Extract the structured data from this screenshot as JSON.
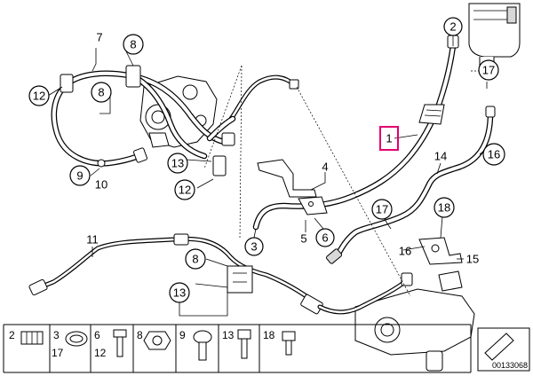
{
  "diagram": {
    "callouts_circled": [
      {
        "id": "c2",
        "label": "2"
      },
      {
        "id": "c8a",
        "label": "8"
      },
      {
        "id": "c12a",
        "label": "12"
      },
      {
        "id": "c8b",
        "label": "8"
      },
      {
        "id": "c17a",
        "label": "17"
      },
      {
        "id": "c1",
        "label": "1"
      },
      {
        "id": "c16",
        "label": "16"
      },
      {
        "id": "c9",
        "label": "9"
      },
      {
        "id": "c13a",
        "label": "13"
      },
      {
        "id": "c12b",
        "label": "12"
      },
      {
        "id": "c17b",
        "label": "17"
      },
      {
        "id": "c18",
        "label": "18"
      },
      {
        "id": "c6",
        "label": "6"
      },
      {
        "id": "c3",
        "label": "3"
      },
      {
        "id": "c8c",
        "label": "8"
      },
      {
        "id": "c13b",
        "label": "13"
      }
    ],
    "labels_plain": [
      {
        "id": "p7",
        "label": "7"
      },
      {
        "id": "p10",
        "label": "10"
      },
      {
        "id": "p4",
        "label": "4"
      },
      {
        "id": "p5",
        "label": "5"
      },
      {
        "id": "p14",
        "label": "14"
      },
      {
        "id": "p11",
        "label": "11"
      },
      {
        "id": "p16",
        "label": "16"
      },
      {
        "id": "p15",
        "label": "15"
      }
    ],
    "highlighted_part": "1",
    "legend": [
      {
        "id": "l2",
        "label": "2"
      },
      {
        "id": "l3",
        "label": "3"
      },
      {
        "id": "l17",
        "label": "17"
      },
      {
        "id": "l6",
        "label": "6"
      },
      {
        "id": "l12",
        "label": "12"
      },
      {
        "id": "l8",
        "label": "8"
      },
      {
        "id": "l9",
        "label": "9"
      },
      {
        "id": "l13",
        "label": "13"
      },
      {
        "id": "l18",
        "label": "18"
      }
    ],
    "document_number": "00133068"
  },
  "colors": {
    "highlight": "#e4006e",
    "line": "#000000",
    "background": "#ffffff"
  }
}
